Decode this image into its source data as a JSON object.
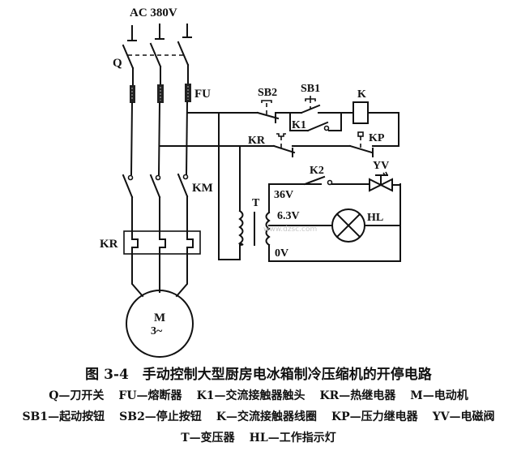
{
  "supply_label": "AC 380V",
  "labels": {
    "Q": "Q",
    "FU": "FU",
    "KM": "KM",
    "KR_main": "KR",
    "M": "M",
    "M_phase": "3~",
    "SB2": "SB2",
    "SB1": "SB1",
    "K": "K",
    "K1": "K1",
    "KR_ctrl": "KR",
    "KP": "KP",
    "K2": "K2",
    "YV": "YV",
    "T": "T",
    "v36": "36V",
    "v63": "6.3V",
    "v0": "0V",
    "HL": "HL"
  },
  "watermark": "www.dzsc.com",
  "caption": {
    "title": "图 3-4　手动控制大型厨房电冰箱制冷压缩机的开停电路",
    "legend_lines": [
      [
        "Q—刀开关",
        "FU—熔断器",
        "K1—交流接触器触头",
        "KR—热继电器",
        "M—电动机"
      ],
      [
        "SB1—起动按钮",
        "SB2—停止按钮",
        "K—交流接触器线圈",
        "KP—压力继电器",
        "YV—电磁阀"
      ],
      [
        "T—变压器",
        "HL—工作指示灯"
      ]
    ]
  }
}
